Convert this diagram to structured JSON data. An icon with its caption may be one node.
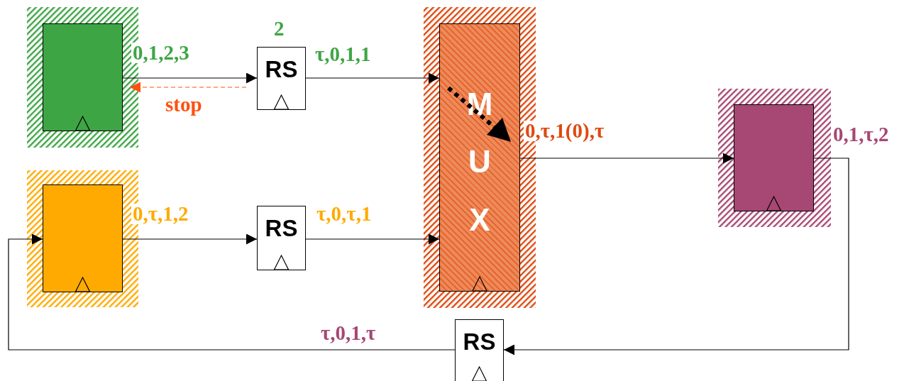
{
  "diagram": {
    "nodes": [
      {
        "text": [],
        "shape": "box"
      },
      {
        "text": [
          "RS"
        ],
        "beside": [
          "2"
        ]
      },
      {
        "text": [],
        "shape": "box"
      },
      {
        "text": [
          "RS"
        ]
      },
      {
        "text": [
          "MUX"
        ]
      },
      {
        "text": [],
        "shape": "box"
      },
      {
        "text": [
          "RS"
        ]
      }
    ],
    "edges": [
      {
        "from": 0,
        "to": 1,
        "arrow": "to",
        "label": "0,1,2,3"
      },
      {
        "from": 1,
        "to": 0,
        "arrow": "to",
        "label": "stop",
        "style": "dashed",
        "color": "#ff5010"
      },
      {
        "from": 1,
        "to": 4,
        "arrow": "to",
        "label": "τ,0,1,1"
      },
      {
        "from": 2,
        "to": 3,
        "arrow": "to",
        "label": "0,τ,1,2"
      },
      {
        "from": 3,
        "to": 4,
        "arrow": "to",
        "label": "τ,0,τ,1"
      },
      {
        "from": 4,
        "to": 5,
        "arrow": "to",
        "label": "0,τ,1(0),τ"
      },
      {
        "from": 5,
        "to": 6,
        "arrow": "to",
        "label": "0,1,τ,2"
      },
      {
        "from": 6,
        "to": 2,
        "arrow": "to",
        "label": "τ,0,1,τ"
      }
    ]
  }
}
